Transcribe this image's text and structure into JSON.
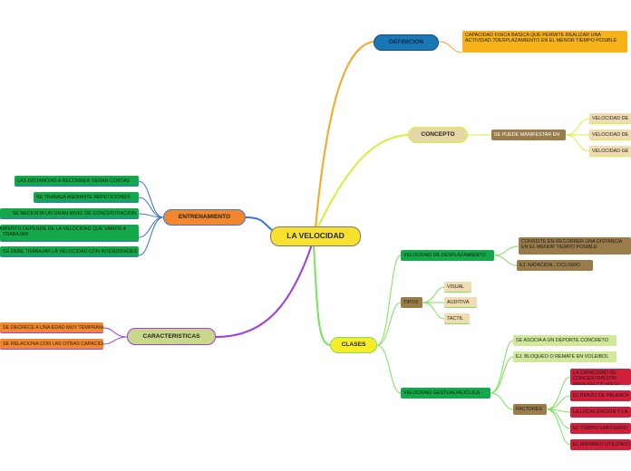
{
  "colors": {
    "central_bg": "#f8e12c",
    "definicion_bg": "#1a78b4",
    "concepto_bg": "#e6d7a6",
    "clases_bg": "#f8ec26",
    "entrenamiento_bg": "#f2872c",
    "caracteristicas_bg": "#c9d789",
    "line_definicion": "#f5a623",
    "line_concepto": "#d7ef3a",
    "line_clases": "#7be05a",
    "line_entrenamiento": "#3b73d9",
    "line_caracteristicas": "#a23ce0",
    "green_box": "#14a84a",
    "red_box": "#cf1f3a",
    "orange_box": "#f2872c"
  },
  "central": {
    "label": "LA VELOCIDAD"
  },
  "definicion": {
    "label": "DEFINICION",
    "text": "CAPACIDAD FISICA BASICA QUE PERMITE REALIZAR UNA ACTIVIDAD 7DESPLAZAMIENTO EN EL MENOR TIEMPO POSIBLE"
  },
  "concepto": {
    "label": "CONCEPTO",
    "sub": "SE PUEDE MANIFESTAR EN",
    "items": [
      "VELOCIDAD DE",
      "VELOCIDAD DE",
      "VELOCIDAD GE"
    ]
  },
  "clases": {
    "label": "CLASES",
    "desplazamiento": {
      "label": "VELOCIDAD DE DESPLAZAMIENTO",
      "items": [
        "CONSISTE EN RECORRER UNA DISTANCIA EN EL MENOR TIEMPO POSIBLE",
        "EJ. NATACION , CICLISMO"
      ]
    },
    "tipos": {
      "label": "TIPOS",
      "items": [
        "VISUAL",
        "AUDITIVA",
        "TACTIL"
      ]
    },
    "gestual": {
      "label": "VELOCIDAD GESTUAL/ACICLICA",
      "items": [
        "SE ASOCIA A UN DEPORTE CONCRETO",
        "EJ. BLOQUEO O REMATE EN VOLEIBOL"
      ],
      "factores": {
        "label": "FACTORES",
        "items": [
          "LA CAPACIDAD DE CONCENTRACION PARA EFECTUAR EL MOVIMIENTO",
          "EL BRAZO DE PALANCA",
          "LA LOCALIZACION Y LA",
          "EL TIEMPO EMPLEADO",
          "EL MIEMBRO UTILIZADO"
        ]
      }
    }
  },
  "entrenamiento": {
    "label": "ENTRENAMIENTO",
    "items": [
      "LAS DISTANCIAS A RECORRER SERAN CORTAS",
      "SE TRABAJA MEDIANTE REPETICIONES",
      "SE NECESITA UN GRAN NIVEL DE CONCENTRACION",
      "EL ENTRENAMIENTO DEPENDE DE LA VELOCIDAD QUE VAMOS A TRABAJAR",
      "SE DEBE TRABAJAR LA VELOCIDAD CON INTENSIDADES MAXIMAS"
    ]
  },
  "caracteristicas": {
    "label": "CARACTERISTICAS",
    "items": [
      "SE DECRECE A UNA EDAD MUY TEMPRANA",
      "SE RELACIONA CON LAS OTRAS CAPACIDADES"
    ]
  }
}
